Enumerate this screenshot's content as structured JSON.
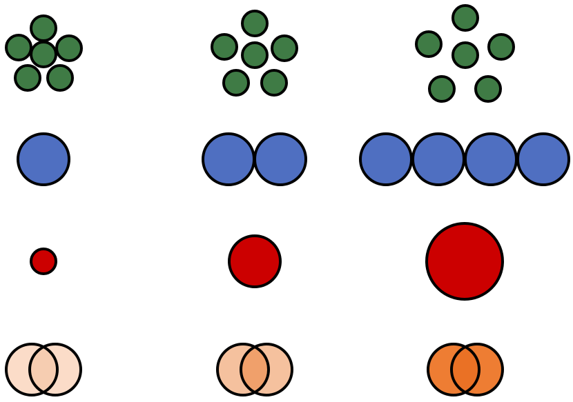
{
  "palette": {
    "stroke": "#000000",
    "green": "#3f7b45",
    "blue": "#4f6fc1",
    "red": "#cc0000",
    "peach_light": "#fbdcc8",
    "peach_light_overlap": "#f6cdb1",
    "peach_mid": "#f5c19e",
    "peach_mid_overlap": "#f0a06b",
    "orange": "#ee7d33",
    "orange_overlap": "#ea7125"
  },
  "rows": [
    {
      "name": "green-clusters",
      "description_hidden": true
    },
    {
      "name": "blue-chains"
    },
    {
      "name": "red-sizes"
    },
    {
      "name": "peach-overlaps"
    }
  ]
}
